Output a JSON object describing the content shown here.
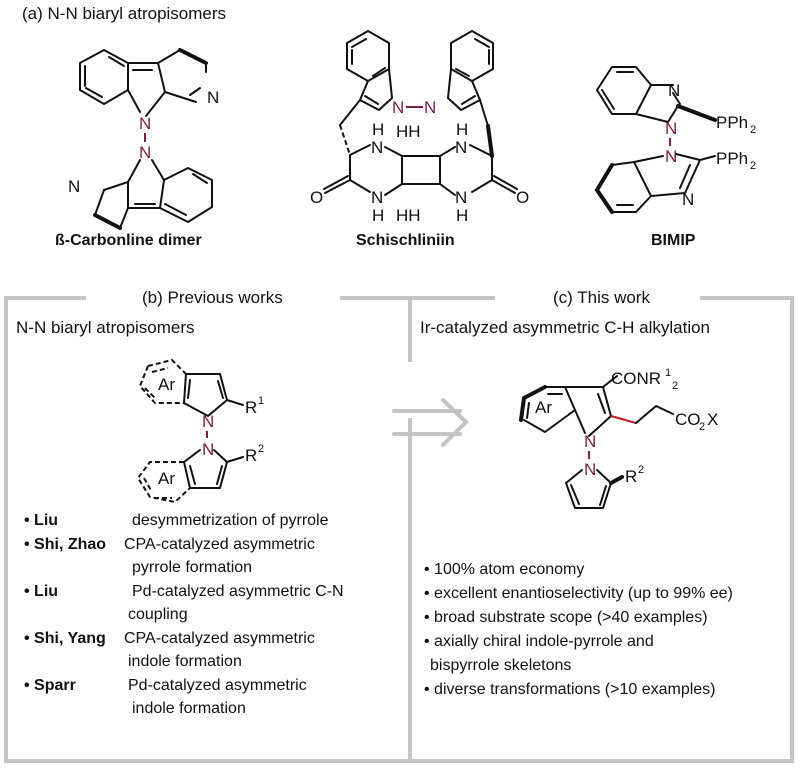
{
  "panel_a": {
    "title": "(a) N-N biaryl atropisomers",
    "compounds": [
      {
        "name": "ß-Carbonline dimer"
      },
      {
        "name": "Schischliniin"
      },
      {
        "name": "BIMIP"
      }
    ],
    "atoms": {
      "N": "N",
      "H": "H",
      "HH": "HH",
      "O": "O",
      "PPh": "PPh",
      "sub2": "2"
    }
  },
  "panel_b": {
    "title": "(b) Previous works",
    "subtitle": "N-N biaryl atropisomers",
    "structure_labels": {
      "ar": "Ar",
      "r1": "R",
      "r1_sup": "1",
      "r2": "R",
      "r2_sup": "2",
      "n": "N"
    },
    "entries": [
      {
        "author": "• Liu",
        "lines": [
          "desymmetrization of pyrrole"
        ]
      },
      {
        "author": "• Shi, Zhao",
        "lines": [
          "CPA-catalyzed asymmetric",
          "pyrrole formation"
        ]
      },
      {
        "author": "• Liu",
        "lines": [
          "Pd-catalyzed asymmetric C-N",
          "coupling"
        ]
      },
      {
        "author": "• Shi, Yang",
        "lines": [
          "CPA-catalyzed asymmetric",
          "indole formation"
        ]
      },
      {
        "author": "• Sparr",
        "lines": [
          "Pd-catalyzed asymmetric",
          "indole formation"
        ]
      }
    ]
  },
  "panel_c": {
    "title": "(c) This work",
    "subtitle": "Ir-catalyzed asymmetric C-H alkylation",
    "structure_labels": {
      "ar": "Ar",
      "conr": "CONR",
      "conr_sup": "1",
      "conr_sub": "2",
      "co": "CO",
      "co_sub": "2",
      "x": "X",
      "r2": "R",
      "r2_sup": "2",
      "n": "N"
    },
    "bullets": [
      "• 100% atom economy",
      "• excellent enantioselectivity (up to 99% ee)",
      "• broad substrate scope (>40 examples)",
      "• axially chiral indole-pyrrole and",
      " bispyrrole skeletons",
      "• diverse transformations (>10 examples)"
    ]
  },
  "colors": {
    "nn_bond": "#7a1e4a",
    "new_bond": "#c0181c",
    "frame": "#c4c4c4"
  }
}
